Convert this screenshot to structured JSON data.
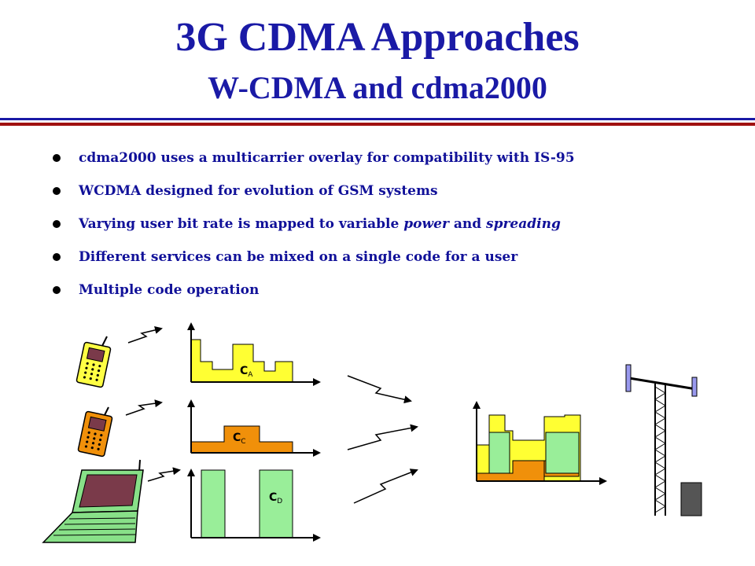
{
  "slide": {
    "title": "3G CDMA Approaches",
    "subtitle": "W-CDMA and cdma2000"
  },
  "bullets": [
    {
      "text": "cdma2000 uses a multicarrier overlay for compatibility with IS-95"
    },
    {
      "text": "WCDMA designed for evolution of GSM systems"
    },
    {
      "prefix": "Varying user bit rate is mapped to variable ",
      "em1": "power",
      "middle": " and ",
      "em2": "spreading"
    },
    {
      "text": "Different services can be mixed on a single code for a user"
    },
    {
      "text": "Multiple code operation"
    }
  ],
  "diagram": {
    "code_labels": [
      {
        "main": "C",
        "sub": "A"
      },
      {
        "main": "C",
        "sub": "C"
      },
      {
        "main": "C",
        "sub": "D"
      }
    ]
  },
  "colors": {
    "title_blue": "#1a1aa6",
    "rule_red": "#a01010",
    "signal_yellow": "#ffff33",
    "signal_orange": "#f0900a",
    "signal_green": "#99ee99",
    "laptop_screen": "#7a3a4a",
    "laptop_body": "#88e088",
    "phone_yellow": "#ffff44",
    "phone_orange": "#f0900a"
  },
  "icons": [
    "mobile-phone-icon",
    "laptop-icon",
    "radio-tower-icon",
    "lightning-signal-icon"
  ]
}
